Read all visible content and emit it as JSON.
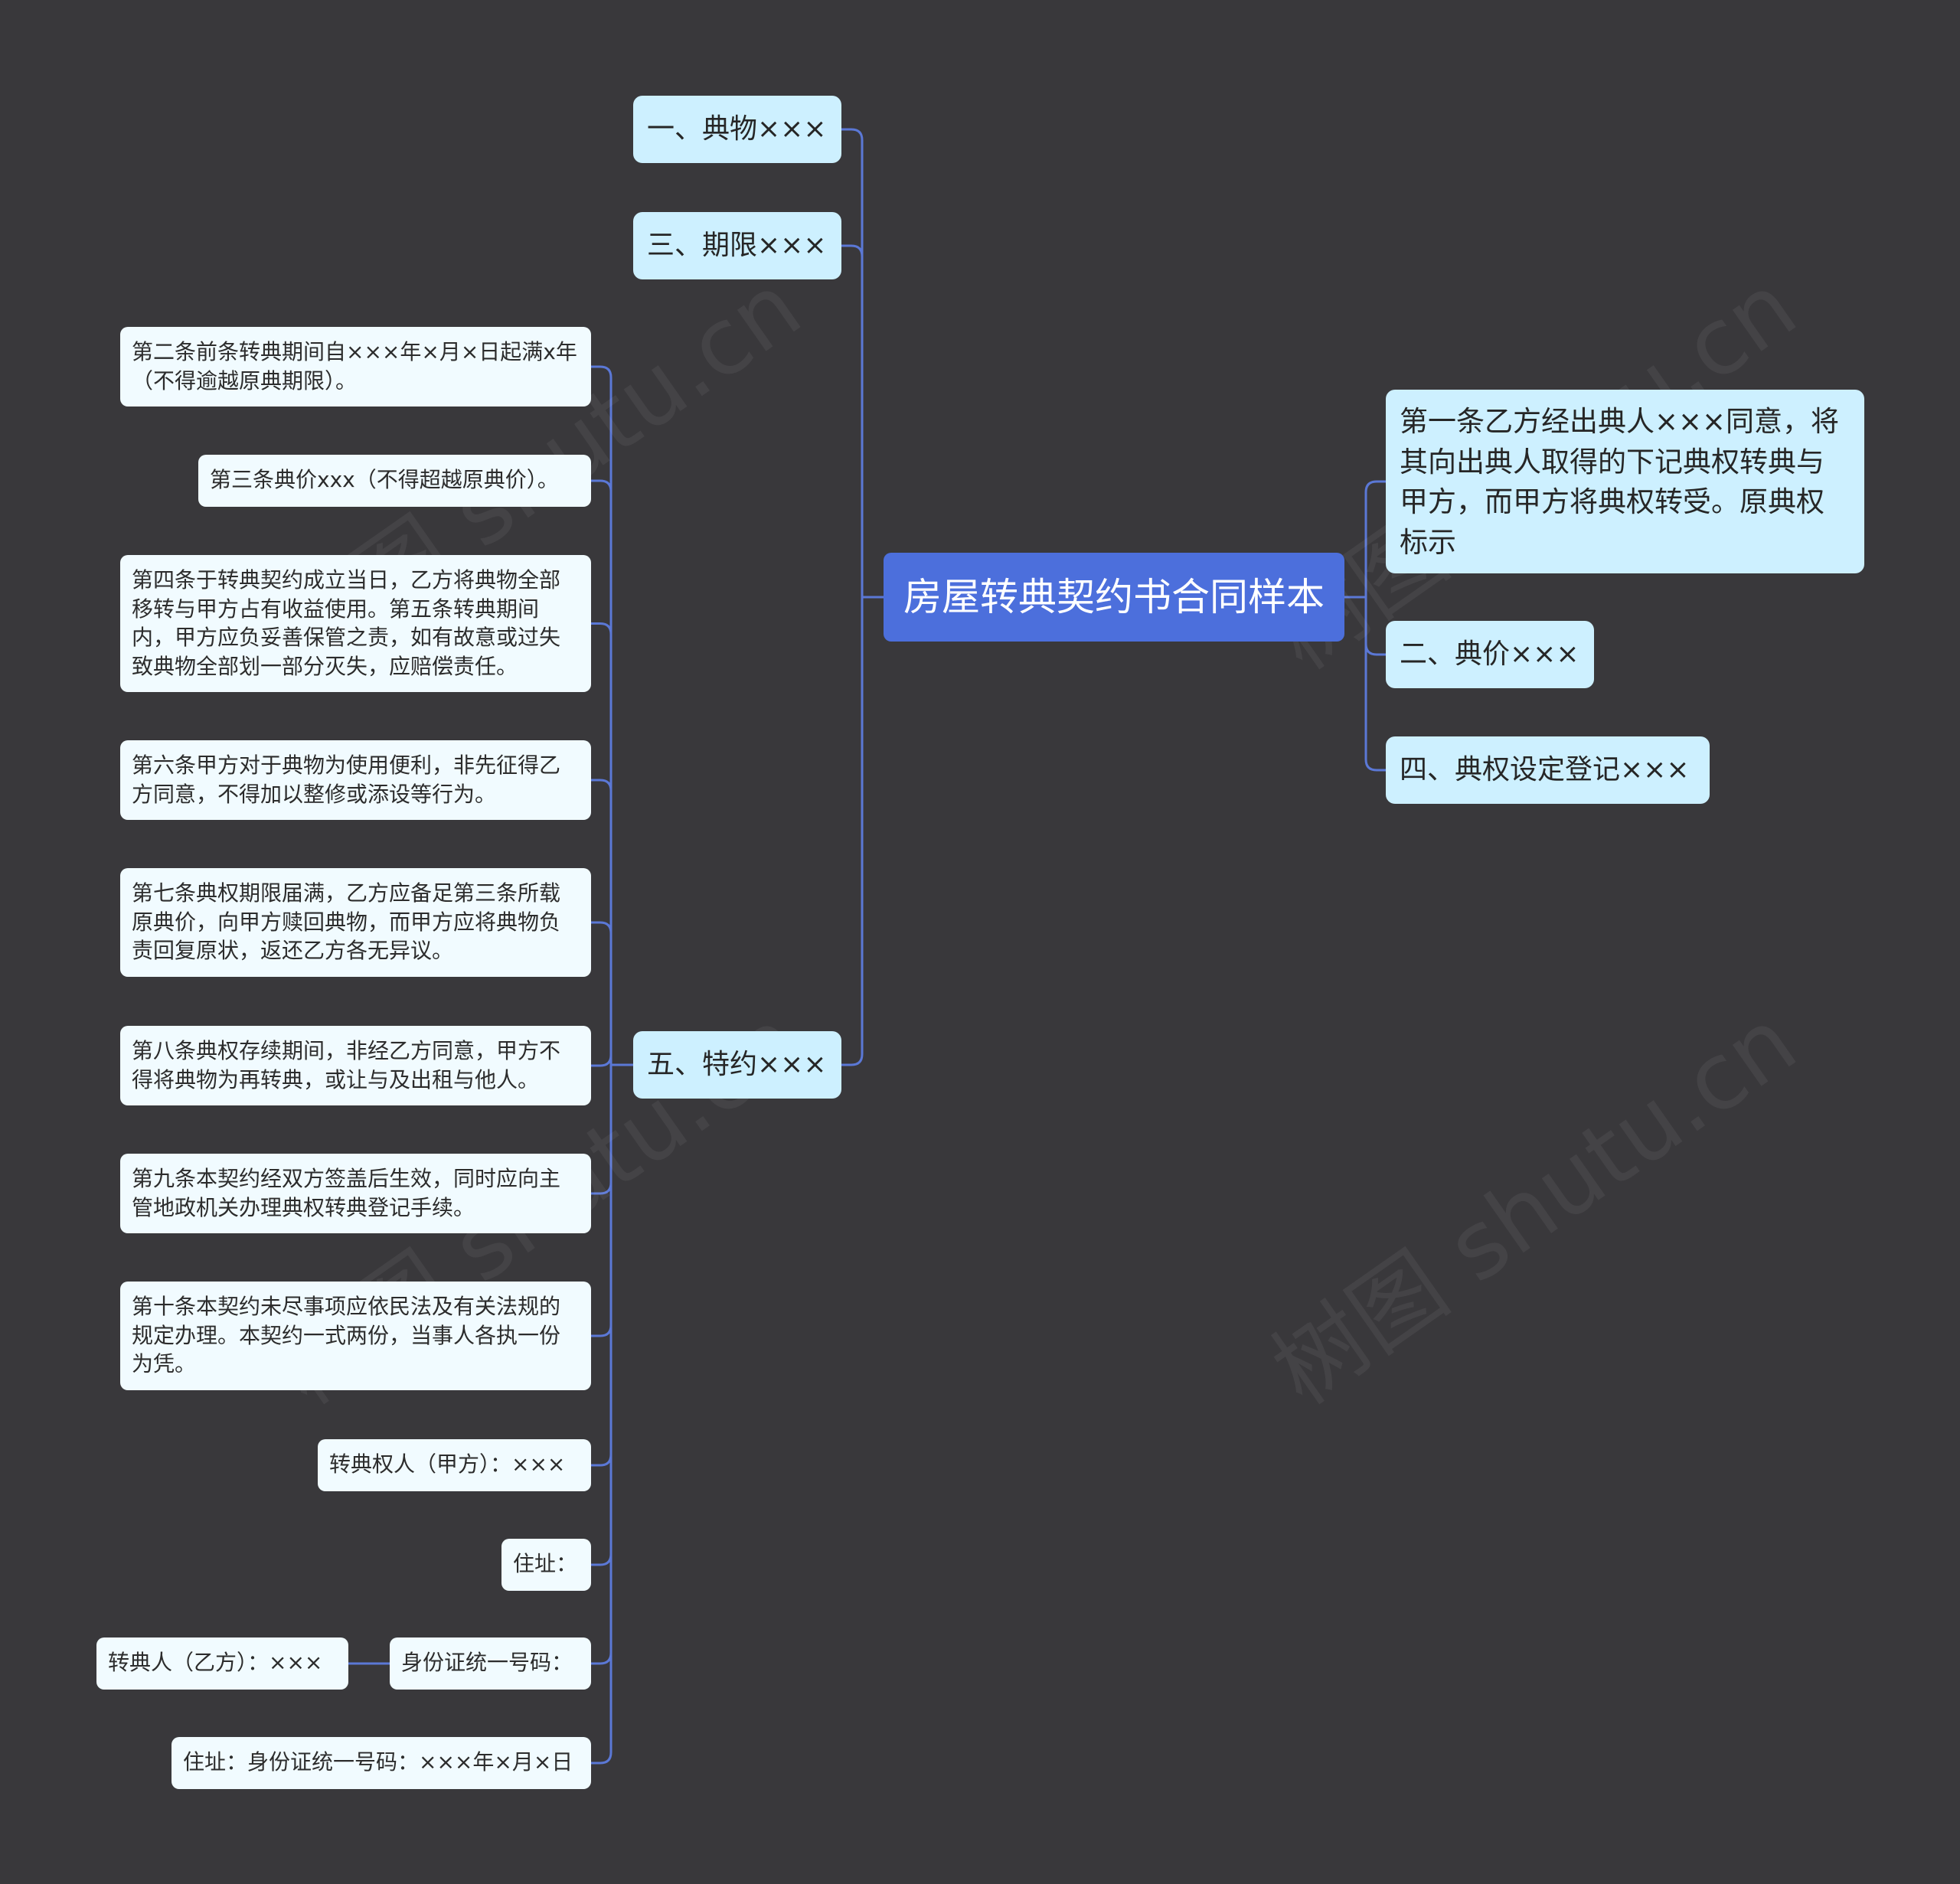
{
  "root": {
    "title": "房屋转典契约书合同样本"
  },
  "left_branches": [
    {
      "label": "一、典物×××"
    },
    {
      "label": "三、期限×××"
    },
    {
      "label": "五、特约×××"
    }
  ],
  "right_branches": [
    {
      "label": "第一条乙方经出典人×××同意，将其向出典人取得的下记典权转典与甲方，而甲方将典权转受。原典权标示"
    },
    {
      "label": "二、典价×××"
    },
    {
      "label": "四、典权设定登记×××"
    }
  ],
  "special_terms": [
    {
      "label": "第二条前条转典期间自×××年×月×日起满x年（不得逾越原典期限）。"
    },
    {
      "label": "第三条典价xxx（不得超越原典价）。"
    },
    {
      "label": "第四条于转典契约成立当日，乙方将典物全部移转与甲方占有收益使用。第五条转典期间内，甲方应负妥善保管之责，如有故意或过失致典物全部划一部分灭失，应赔偿责任。"
    },
    {
      "label": "第六条甲方对于典物为使用便利，非先征得乙方同意，不得加以整修或添设等行为。"
    },
    {
      "label": "第七条典权期限届满，乙方应备足第三条所载原典价，向甲方赎回典物，而甲方应将典物负责回复原状，返还乙方各无异议。"
    },
    {
      "label": "第八条典权存续期间，非经乙方同意，甲方不得将典物为再转典，或让与及出租与他人。"
    },
    {
      "label": "第九条本契约经双方签盖后生效，同时应向主管地政机关办理典权转典登记手续。"
    },
    {
      "label": "第十条本契约未尽事项应依民法及有关法规的规定办理。本契约一式两份，当事人各执一份为凭。"
    },
    {
      "label": "转典权人（甲方）：×××"
    },
    {
      "label": "住址："
    },
    {
      "label": "身份证统一号码："
    },
    {
      "label": "住址：身份证统一号码：×××年×月×日"
    }
  ],
  "id_child": {
    "label": "转典人（乙方）：×××"
  },
  "watermark": "树图 shutu.cn",
  "colors": {
    "background": "#39383b",
    "root": "#4c6fdc",
    "branch": "#cdf0ff",
    "leaf": "#f1fbff",
    "line": "#5b78d6"
  }
}
